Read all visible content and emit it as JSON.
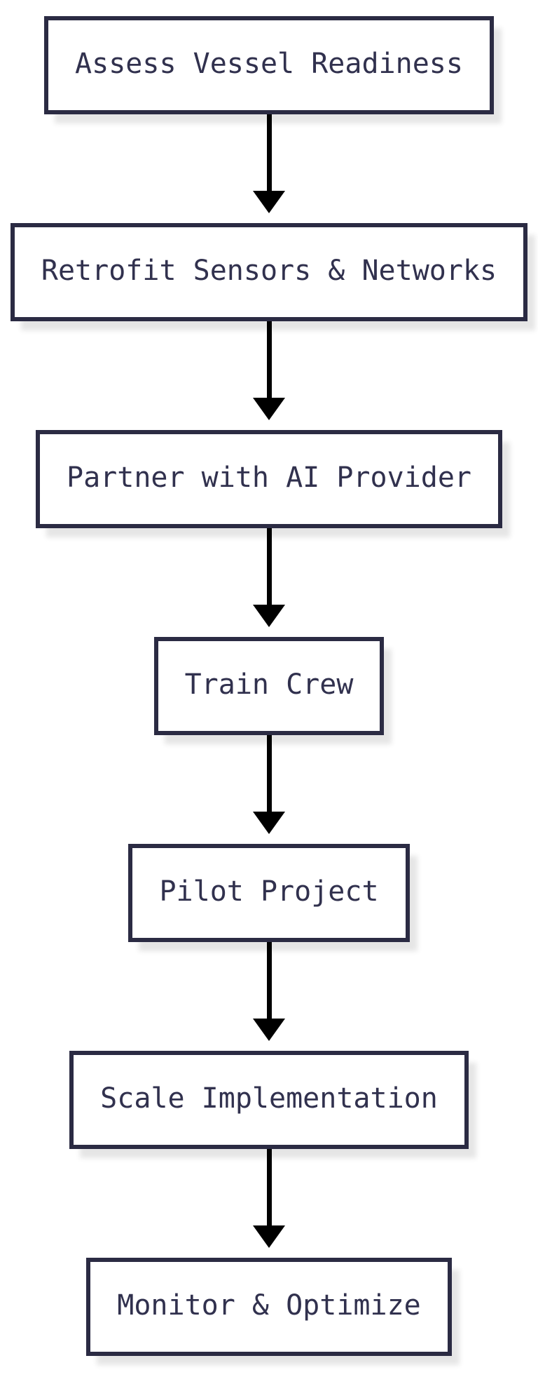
{
  "diagram": {
    "type": "flowchart",
    "direction": "top-down",
    "nodes": [
      {
        "id": "assess",
        "label": "Assess Vessel Readiness"
      },
      {
        "id": "retrofit",
        "label": "Retrofit Sensors & Networks"
      },
      {
        "id": "partner",
        "label": "Partner with AI Provider"
      },
      {
        "id": "train",
        "label": "Train Crew"
      },
      {
        "id": "pilot",
        "label": "Pilot Project"
      },
      {
        "id": "scale",
        "label": "Scale Implementation"
      },
      {
        "id": "monitor",
        "label": "Monitor & Optimize"
      }
    ],
    "edges": [
      {
        "from": "assess",
        "to": "retrofit"
      },
      {
        "from": "retrofit",
        "to": "partner"
      },
      {
        "from": "partner",
        "to": "train"
      },
      {
        "from": "train",
        "to": "pilot"
      },
      {
        "from": "pilot",
        "to": "scale"
      },
      {
        "from": "scale",
        "to": "monitor"
      }
    ],
    "colors": {
      "node-border": "#2b2b43",
      "node-fill": "#ffffff",
      "node-text": "#31314e",
      "arrow": "#000000",
      "background": "#ffffff"
    }
  }
}
